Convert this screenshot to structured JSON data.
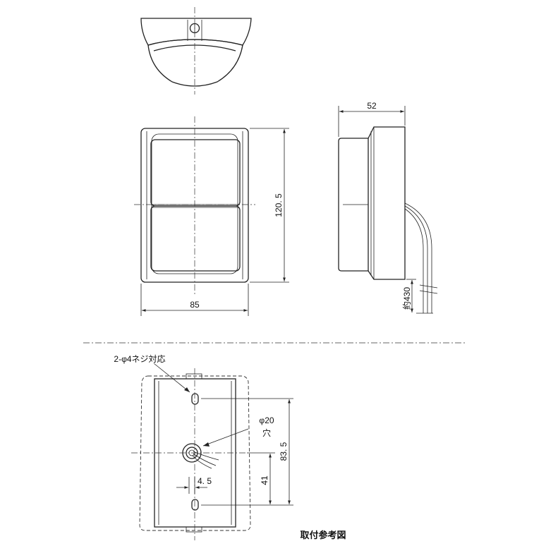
{
  "dimensions": {
    "width": "85",
    "height": "120. 5",
    "depth": "52",
    "cable": "約430",
    "screw_note": "2-φ4ネジ対応",
    "hole_diameter": "φ20",
    "hole_suffix": "穴",
    "hole_pitch": "83. 5",
    "hole_center_offset": "41",
    "hole_offset": "4. 5"
  },
  "caption": "取付参考図"
}
